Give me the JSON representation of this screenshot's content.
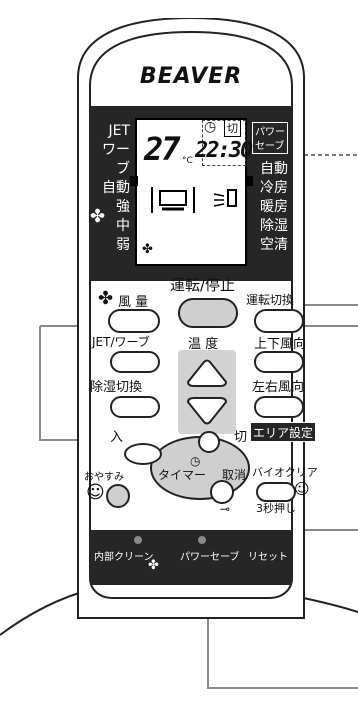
{
  "brand": "BEAVER",
  "lcd": {
    "left_labels": [
      "JET",
      "ワーブ",
      "自動",
      "強",
      "中",
      "弱"
    ],
    "right_labels": [
      "自動",
      "冷房",
      "暖房",
      "除湿",
      "空清"
    ],
    "power_save_line1": "パワー",
    "power_save_line2": "セーブ",
    "temperature": "27",
    "temperature_unit": "°C",
    "clock": "22:30",
    "timer_off_badge": "切",
    "fan_symbol": "✤"
  },
  "buttons": {
    "fan": "風 量",
    "power": "運転/停止",
    "mode": "運転切換",
    "jet": "JET/ワーブ",
    "temp": "温 度",
    "updown": "上下風向",
    "dehumid": "除湿切換",
    "leftright": "左右風向",
    "timer_on": "入",
    "timer_off": "切",
    "area": "エリア設定",
    "sleep": "おやすみ",
    "timer": "タイマー",
    "cancel": "取消",
    "bioclear": "バイオクリア",
    "press3": "3秒押し",
    "internal_clean": "内部クリーン",
    "power_save": "パワーセーブ",
    "reset": "リセット"
  }
}
